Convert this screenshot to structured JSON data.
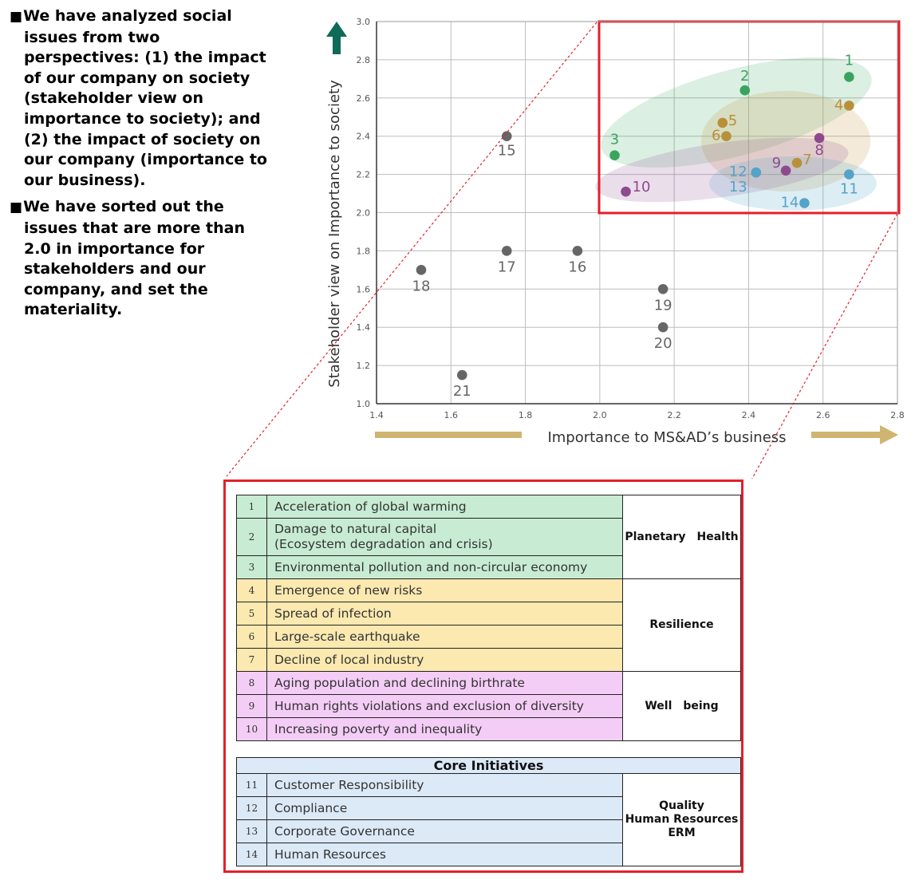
{
  "intro": {
    "paragraph1": "We have analyzed social issues from two perspectives: (1) the impact of our company on society (stakeholder view on importance to society); and (2) the impact of society on our company (importance to our business).",
    "paragraph2": "We have sorted out the issues that are more than 2.0 in importance for stakeholders and our company, and set the materiality.",
    "bullet": "■"
  },
  "chart_data": {
    "type": "scatter",
    "xlabel": "Importance to MS&AD’s business",
    "ylabel": "Stakeholder view on Importance to society",
    "xlim": [
      1.4,
      2.8
    ],
    "ylim": [
      1.0,
      3.0
    ],
    "xticks": [
      "1.4",
      "1.6",
      "1.8",
      "2.0",
      "2.2",
      "2.4",
      "2.6",
      "2.8"
    ],
    "yticks": [
      "1.0",
      "1.2",
      "1.4",
      "1.6",
      "1.8",
      "2.0",
      "2.2",
      "2.4",
      "2.6",
      "2.8",
      "3.0"
    ],
    "grid": true,
    "highlight_region": {
      "x": [
        2.0,
        2.8
      ],
      "y": [
        2.0,
        3.0
      ]
    },
    "points": [
      {
        "label": "1",
        "x": 2.67,
        "y": 2.71,
        "group": "green"
      },
      {
        "label": "2",
        "x": 2.39,
        "y": 2.64,
        "group": "green"
      },
      {
        "label": "3",
        "x": 2.04,
        "y": 2.3,
        "group": "green"
      },
      {
        "label": "4",
        "x": 2.67,
        "y": 2.56,
        "group": "gold"
      },
      {
        "label": "5",
        "x": 2.33,
        "y": 2.47,
        "group": "gold"
      },
      {
        "label": "6",
        "x": 2.34,
        "y": 2.4,
        "group": "gold"
      },
      {
        "label": "7",
        "x": 2.53,
        "y": 2.26,
        "group": "gold"
      },
      {
        "label": "8",
        "x": 2.59,
        "y": 2.39,
        "group": "purple"
      },
      {
        "label": "9",
        "x": 2.5,
        "y": 2.22,
        "group": "purple"
      },
      {
        "label": "10",
        "x": 2.07,
        "y": 2.11,
        "group": "purple"
      },
      {
        "label": "11",
        "x": 2.67,
        "y": 2.2,
        "group": "blue"
      },
      {
        "label": "12",
        "x": 2.42,
        "y": 2.21,
        "group": "blue"
      },
      {
        "label": "13",
        "x": 2.42,
        "y": 2.21,
        "group": "blue"
      },
      {
        "label": "14",
        "x": 2.55,
        "y": 2.05,
        "group": "blue"
      },
      {
        "label": "15",
        "x": 1.75,
        "y": 2.4,
        "group": "gray"
      },
      {
        "label": "16",
        "x": 1.94,
        "y": 1.8,
        "group": "gray"
      },
      {
        "label": "17",
        "x": 1.75,
        "y": 1.8,
        "group": "gray"
      },
      {
        "label": "18",
        "x": 1.52,
        "y": 1.7,
        "group": "gray"
      },
      {
        "label": "19",
        "x": 2.17,
        "y": 1.6,
        "group": "gray"
      },
      {
        "label": "20",
        "x": 2.17,
        "y": 1.4,
        "group": "gray"
      },
      {
        "label": "21",
        "x": 1.63,
        "y": 1.15,
        "group": "gray"
      }
    ]
  },
  "colors": {
    "green": "#3aa45f",
    "gold": "#b8903a",
    "purple": "#8f4a8e",
    "blue": "#55a3c8",
    "gray": "#666666",
    "highlight": "#e3202a",
    "up_arrow": "#0d6b57",
    "right_arrow": "#cfb571"
  },
  "table": {
    "rows": [
      {
        "num": "1",
        "label": "Acceleration of global warming"
      },
      {
        "num": "2",
        "label": "Damage to natural capital",
        "label2": "(Ecosystem degradation and crisis)"
      },
      {
        "num": "3",
        "label": "Environmental pollution and non-circular economy"
      },
      {
        "num": "4",
        "label": "Emergence of new risks"
      },
      {
        "num": "5",
        "label": "Spread of infection"
      },
      {
        "num": "6",
        "label": "Large-scale earthquake"
      },
      {
        "num": "7",
        "label": "Decline of local industry"
      },
      {
        "num": "8",
        "label": "Aging population and declining birthrate"
      },
      {
        "num": "9",
        "label": "Human rights violations and exclusion of diversity"
      },
      {
        "num": "10",
        "label": "Increasing poverty and inequality"
      }
    ],
    "groups": {
      "planetary": "Planetary　Health",
      "resilience": "Resilience",
      "wellbeing": "Well　being"
    },
    "core_title": "Core Initiatives",
    "core_rows": [
      {
        "num": "11",
        "label": "Customer Responsibility"
      },
      {
        "num": "12",
        "label": "Compliance"
      },
      {
        "num": "13",
        "label": "Corporate Governance"
      },
      {
        "num": "14",
        "label": "Human Resources"
      }
    ],
    "core_group": {
      "line1": "Quality",
      "line2": "Human Resources",
      "line3": "ERM"
    }
  }
}
